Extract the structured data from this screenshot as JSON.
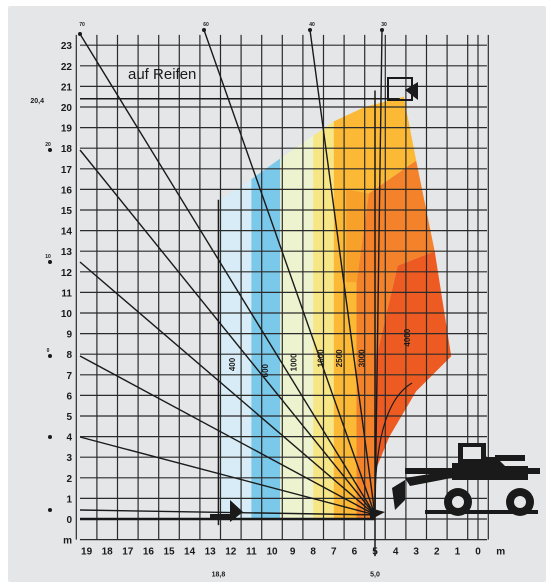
{
  "title": "auf Reifen",
  "colors": {
    "background": "#e4e6e8",
    "grid": "#2b2b2b",
    "zones": [
      "#d7ecf6",
      "#7ac8ea",
      "#eef3cf",
      "#f7e685",
      "#fbb936",
      "#f7a12a",
      "#f3822a",
      "#ee5b22"
    ]
  },
  "y_axis": {
    "ticks": [
      "0",
      "1",
      "2",
      "3",
      "4",
      "5",
      "6",
      "7",
      "8",
      "9",
      "10",
      "11",
      "12",
      "13",
      "14",
      "15",
      "16",
      "17",
      "18",
      "19",
      "20",
      "21",
      "22",
      "23"
    ],
    "unit": "m",
    "special_label": "20,4"
  },
  "x_axis": {
    "ticks": [
      "19",
      "18",
      "17",
      "16",
      "15",
      "14",
      "13",
      "12",
      "11",
      "10",
      "9",
      "8",
      "7",
      "6",
      "5",
      "4",
      "3",
      "2",
      "1",
      "0"
    ],
    "unit": "m",
    "special_labels": [
      "18,8",
      "5,0"
    ]
  },
  "zone_labels": [
    "400",
    "600",
    "1000",
    "1600",
    "2500",
    "3000",
    "4000"
  ],
  "boom_angle_labels": [
    "70",
    "60",
    "40",
    "30",
    "20",
    "10",
    "0"
  ],
  "chart_data": {
    "type": "load-chart",
    "x_range": [
      0,
      19
    ],
    "y_range": [
      0,
      23
    ],
    "x_label": "m",
    "y_label": "m",
    "zones": [
      {
        "label": "400",
        "x_from": 13,
        "x_to": 11
      },
      {
        "label": "600",
        "x_from": 11,
        "x_to": 10
      },
      {
        "label": "1000",
        "x_from": 10,
        "x_to": 8
      },
      {
        "label": "1600",
        "x_from": 8,
        "x_to": 7
      },
      {
        "label": "2500",
        "x_from": 7,
        "x_to": 6
      },
      {
        "label": "3000",
        "x_from": 6,
        "x_to": 5
      },
      {
        "label": "4000",
        "x_from": 5,
        "x_to": 1
      }
    ],
    "max_height": 20.4,
    "max_reach": 18.8,
    "pivot_reach": 5.0
  }
}
